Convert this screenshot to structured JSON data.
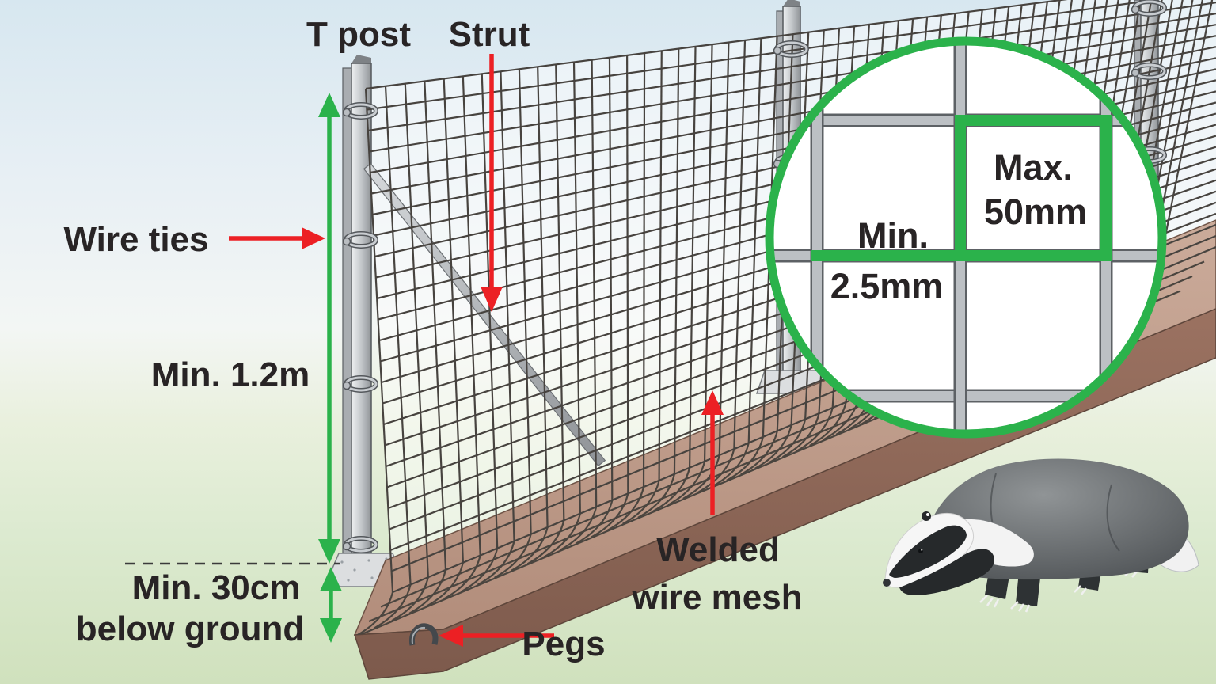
{
  "diagram": {
    "subject": "badger-proof-fence-installation",
    "labels": {
      "t_post": "T post",
      "strut": "Strut",
      "wire_ties": "Wire ties",
      "min_height": "Min. 1.2m",
      "min_depth_line1": "Min. 30cm",
      "min_depth_line2": "below ground",
      "pegs": "Pegs",
      "welded_mesh_line1": "Welded",
      "welded_mesh_line2": "wire mesh"
    },
    "magnifier": {
      "wire_gauge_line1": "Min.",
      "wire_gauge_line2": "2.5mm",
      "mesh_opening_line1": "Max.",
      "mesh_opening_line2": "50mm"
    },
    "colors": {
      "dimension_green": "#2bb24b",
      "arrow_red": "#ec2024",
      "label_text": "#282425",
      "magnifier_ring": "#2bb24b",
      "mesh_wire": "#47433f",
      "trench_tan": "#c2a18f",
      "trench_front": "#92685a",
      "post_gray": "#c3c7ca",
      "badger_gray": "#54585b",
      "sky_blue": "#d7e7f0",
      "grass_green": "#d0e1bd"
    }
  }
}
